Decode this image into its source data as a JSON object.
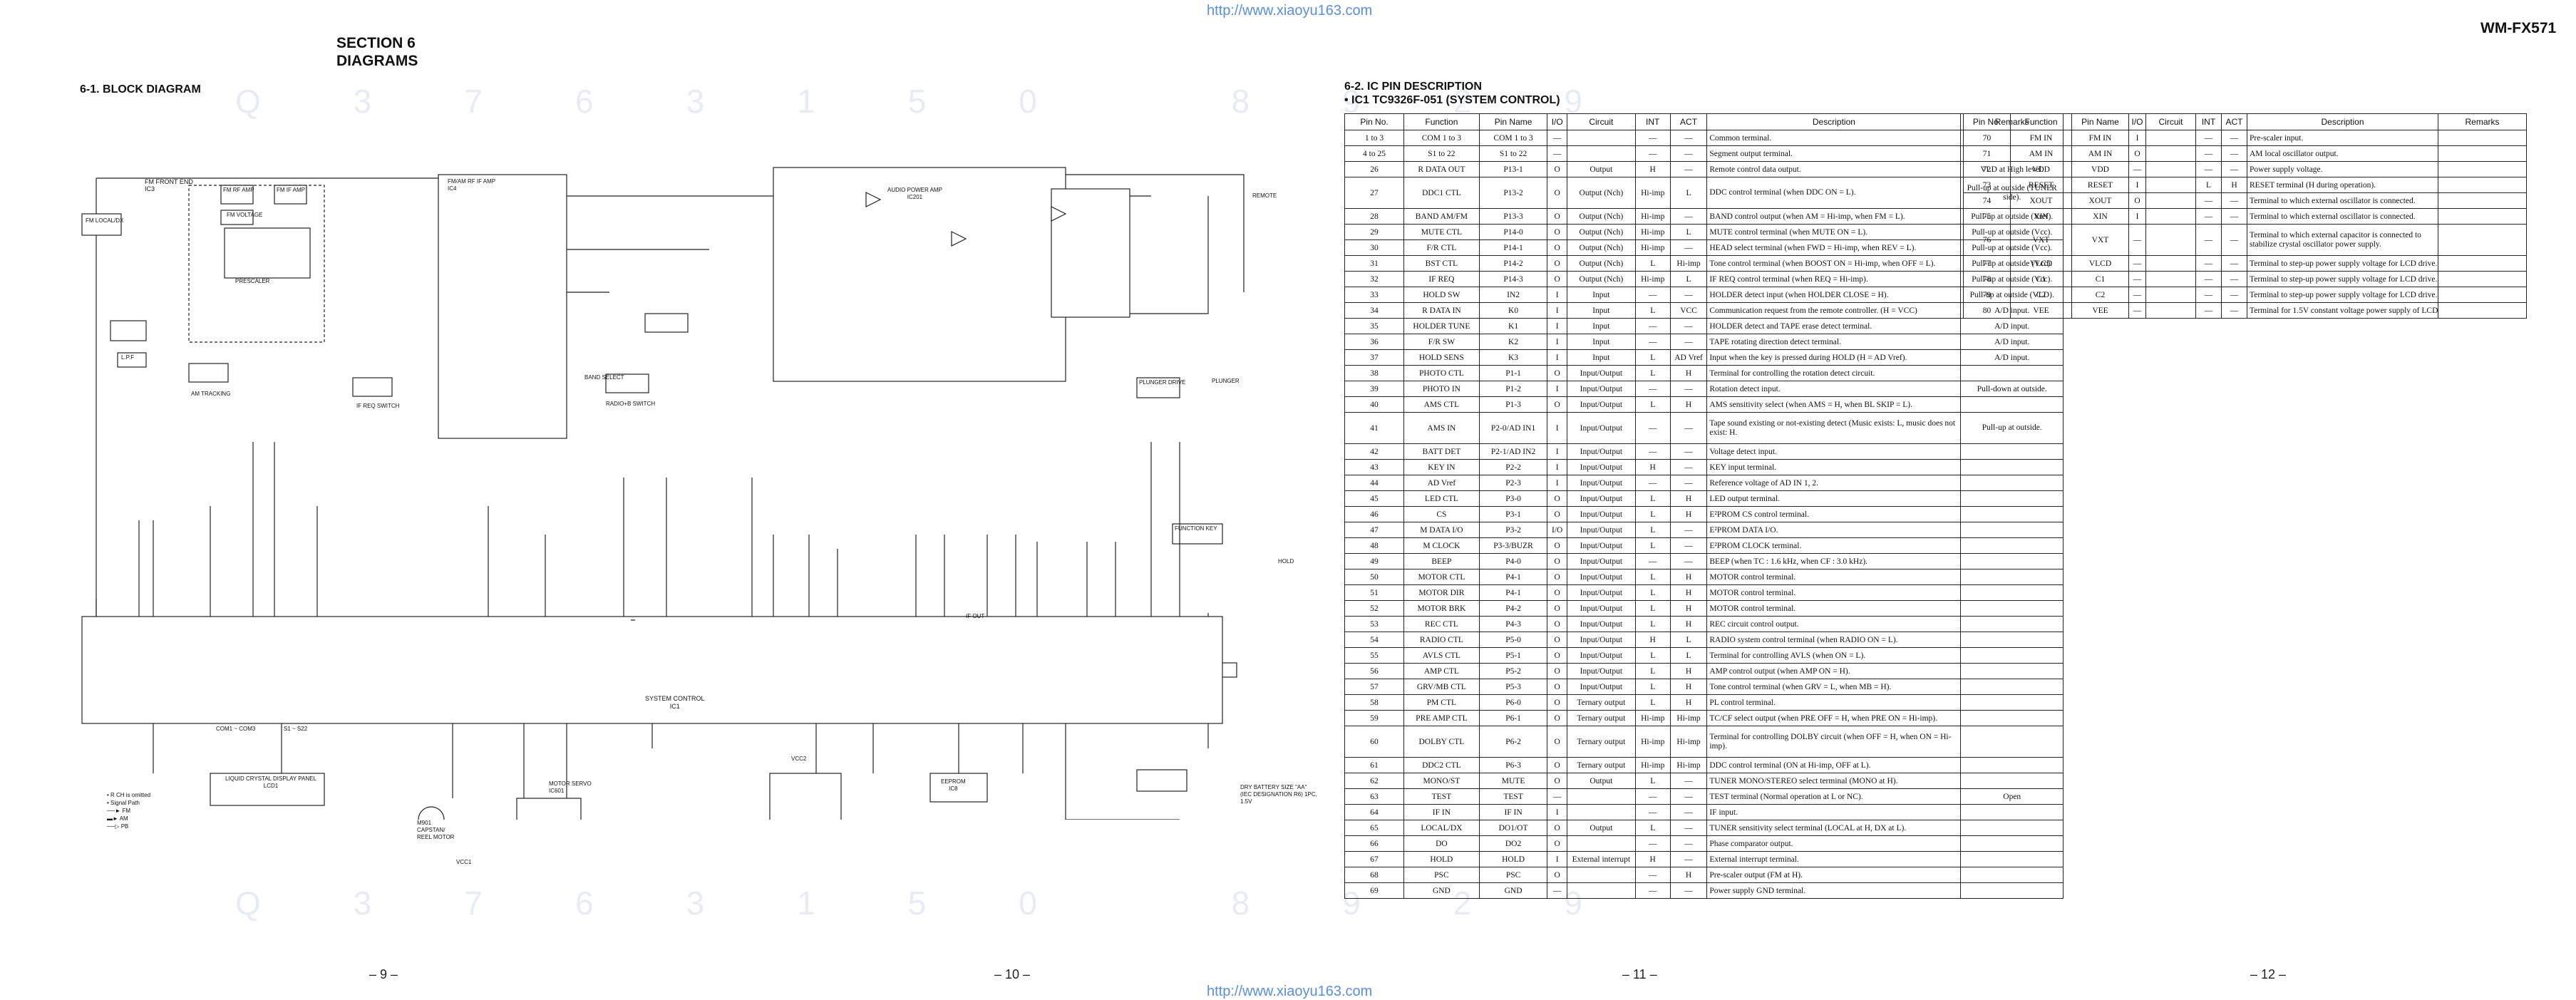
{
  "header": {
    "url": "http://www.xiaoyu163.com",
    "section": "SECTION 6",
    "diagrams": "DIAGRAMS",
    "model": "WM-FX571"
  },
  "block_diagram": {
    "title": "6-1. BLOCK DIAGRAM",
    "labels": {
      "fm_front_end": "FM FRONT END",
      "ic3": "IC3",
      "fm_localdx": "FM LOCAL/DX",
      "fm_rf_amp": "FM RF AMP",
      "fm_if_amp": "FM IF AMP",
      "prescaler": "PRESCALER",
      "fm_voltage": "FM VOLTAGE",
      "fm_am_rf_if_amp": "FM/AM RF IF AMP",
      "ic4": "IC4",
      "audio_power_amp": "AUDIO POWER AMP",
      "ic201": "IC201",
      "system_control": "SYSTEM CONTROL",
      "ic1": "IC1",
      "lcd_panel": "LIQUID CRYSTAL DISPLAY PANEL",
      "lcd1": "LCD1",
      "motor_servo": "MOTOR SERVO",
      "ic601": "IC601",
      "capstan_motor": "CAPSTAN/ REEL MOTOR",
      "m901": "M901",
      "eeprom": "EEPROM",
      "ic8": "IC8",
      "function_key": "FUNCTION KEY",
      "plunger_drive": "PLUNGER DRIVE",
      "plunger": "PLUNGER",
      "band_select": "BAND SELECT",
      "radio_b_switch": "RADIO+B SWITCH",
      "if_req_switch": "IF REQ SWITCH",
      "am_tracking": "AM TRACKING",
      "lpf": "L.P.F",
      "remote": "REMOTE",
      "hold": "HOLD",
      "battery_note": "DRY BATTERY SIZE \"AA\" (IEC DESIGNATION R6) 1PC, 1.5V",
      "legend_rch": "R CH is omitted",
      "legend_signal": "Signal Path",
      "legend_fm": "FM",
      "legend_am": "AM",
      "legend_pb": "PB",
      "com_pins": "COM1 ~ COM3",
      "seg_pins": "S1 ~ S22",
      "if_out": "IF OUT",
      "vcc1": "VCC1",
      "vcc2": "VCC2"
    }
  },
  "pin_description": {
    "title": "6-2. IC PIN DESCRIPTION",
    "subtitle": "• IC1 TC9326F-051 (SYSTEM CONTROL)",
    "columns": [
      "Pin No.",
      "Function",
      "Pin Name",
      "I/O",
      "Circuit",
      "INT",
      "ACT",
      "Description",
      "Remarks"
    ],
    "rows_left": [
      [
        "1 to 3",
        "COM 1 to 3",
        "COM 1 to 3",
        "—",
        "",
        "—",
        "—",
        "Common terminal.",
        ""
      ],
      [
        "4 to 25",
        "S1 to 22",
        "S1 to 22",
        "—",
        "",
        "—",
        "—",
        "Segment output terminal.",
        ""
      ],
      [
        "26",
        "R DATA OUT",
        "P13-1",
        "O",
        "Output",
        "H",
        "—",
        "Remote control data output.",
        "VLD at High level."
      ],
      [
        "27",
        "DDC1 CTL",
        "P13-2",
        "O",
        "Output (Nch)",
        "Hi-imp",
        "L",
        "DDC control terminal (when DDC ON = L).",
        "Pull-up at outside (TUNER side)."
      ],
      [
        "28",
        "BAND AM/FM",
        "P13-3",
        "O",
        "Output (Nch)",
        "Hi-imp",
        "—",
        "BAND control output (when AM = Hi-imp, when FM = L).",
        "Pull-up at outside (Vref)."
      ],
      [
        "29",
        "MUTE CTL",
        "P14-0",
        "O",
        "Output (Nch)",
        "Hi-imp",
        "L",
        "MUTE control terminal (when MUTE ON = L).",
        "Pull-up at outside (Vcc)."
      ],
      [
        "30",
        "F/R CTL",
        "P14-1",
        "O",
        "Output (Nch)",
        "Hi-imp",
        "—",
        "HEAD select terminal (when FWD = Hi-imp, when REV = L).",
        "Pull-up at outside (Vcc)."
      ],
      [
        "31",
        "BST CTL",
        "P14-2",
        "O",
        "Output (Nch)",
        "L",
        "Hi-imp",
        "Tone control terminal (when BOOST ON = Hi-imp, when OFF = L).",
        "Pull-up at outside (Vcc)."
      ],
      [
        "32",
        "IF REQ",
        "P14-3",
        "O",
        "Output (Nch)",
        "Hi-imp",
        "L",
        "IF REQ control terminal (when REQ = Hi-imp).",
        "Pull-up at outside (Vcc)."
      ],
      [
        "33",
        "HOLD SW",
        "IN2",
        "I",
        "Input",
        "—",
        "—",
        "HOLDER detect input (when HOLDER CLOSE = H).",
        "Pull-up at outside (VLD)."
      ],
      [
        "34",
        "R DATA IN",
        "K0",
        "I",
        "Input",
        "L",
        "VCC",
        "Communication request from the remote controller. (H = VCC)",
        "A/D input."
      ],
      [
        "35",
        "HOLDER TUNE",
        "K1",
        "I",
        "Input",
        "—",
        "—",
        "HOLDER detect and TAPE erase detect terminal.",
        "A/D input."
      ],
      [
        "36",
        "F/R SW",
        "K2",
        "I",
        "Input",
        "—",
        "—",
        "TAPE rotating direction detect terminal.",
        "A/D input."
      ],
      [
        "37",
        "HOLD SENS",
        "K3",
        "I",
        "Input",
        "L",
        "AD Vref",
        "Input when the key is pressed during HOLD (H = AD Vref).",
        "A/D input."
      ],
      [
        "38",
        "PHOTO CTL",
        "P1-1",
        "O",
        "Input/Output",
        "L",
        "H",
        "Terminal for controlling the rotation detect circuit.",
        ""
      ],
      [
        "39",
        "PHOTO IN",
        "P1-2",
        "I",
        "Input/Output",
        "—",
        "—",
        "Rotation detect input.",
        "Pull-down at outside."
      ],
      [
        "40",
        "AMS CTL",
        "P1-3",
        "O",
        "Input/Output",
        "L",
        "H",
        "AMS sensitivity select (when AMS = H, when BL SKIP = L).",
        ""
      ],
      [
        "41",
        "AMS IN",
        "P2-0/AD IN1",
        "I",
        "Input/Output",
        "—",
        "—",
        "Tape sound existing or not-existing detect (Music exists: L, music does not exist: H.",
        "Pull-up at outside."
      ],
      [
        "42",
        "BATT DET",
        "P2-1/AD IN2",
        "I",
        "Input/Output",
        "—",
        "—",
        "Voltage detect input.",
        ""
      ],
      [
        "43",
        "KEY IN",
        "P2-2",
        "I",
        "Input/Output",
        "H",
        "—",
        "KEY input terminal.",
        ""
      ],
      [
        "44",
        "AD Vref",
        "P2-3",
        "I",
        "Input/Output",
        "—",
        "—",
        "Reference voltage of AD IN 1, 2.",
        ""
      ],
      [
        "45",
        "LED CTL",
        "P3-0",
        "O",
        "Input/Output",
        "L",
        "H",
        "LED output terminal.",
        ""
      ],
      [
        "46",
        "CS",
        "P3-1",
        "O",
        "Input/Output",
        "L",
        "H",
        "E²PROM CS control terminal.",
        ""
      ],
      [
        "47",
        "M DATA I/O",
        "P3-2",
        "I/O",
        "Input/Output",
        "L",
        "—",
        "E²PROM DATA I/O.",
        ""
      ],
      [
        "48",
        "M CLOCK",
        "P3-3/BUZR",
        "O",
        "Input/Output",
        "L",
        "—",
        "E²PROM CLOCK terminal.",
        ""
      ],
      [
        "49",
        "BEEP",
        "P4-0",
        "O",
        "Input/Output",
        "—",
        "—",
        "BEEP (when TC : 1.6 kHz, when CF : 3.0 kHz).",
        ""
      ],
      [
        "50",
        "MOTOR CTL",
        "P4-1",
        "O",
        "Input/Output",
        "L",
        "H",
        "MOTOR control terminal.",
        ""
      ],
      [
        "51",
        "MOTOR DIR",
        "P4-1",
        "O",
        "Input/Output",
        "L",
        "H",
        "MOTOR control terminal.",
        ""
      ],
      [
        "52",
        "MOTOR BRK",
        "P4-2",
        "O",
        "Input/Output",
        "L",
        "H",
        "MOTOR control terminal.",
        ""
      ],
      [
        "53",
        "REC CTL",
        "P4-3",
        "O",
        "Input/Output",
        "L",
        "H",
        "REC circuit control output.",
        ""
      ],
      [
        "54",
        "RADIO CTL",
        "P5-0",
        "O",
        "Input/Output",
        "H",
        "L",
        "RADIO system control terminal (when RADIO ON = L).",
        ""
      ],
      [
        "55",
        "AVLS CTL",
        "P5-1",
        "O",
        "Input/Output",
        "L",
        "L",
        "Terminal for controlling AVLS (when ON = L).",
        ""
      ],
      [
        "56",
        "AMP CTL",
        "P5-2",
        "O",
        "Input/Output",
        "L",
        "H",
        "AMP control output (when AMP ON = H).",
        ""
      ],
      [
        "57",
        "GRV/MB CTL",
        "P5-3",
        "O",
        "Input/Output",
        "L",
        "H",
        "Tone control terminal (when GRV = L, when MB = H).",
        ""
      ],
      [
        "58",
        "PM CTL",
        "P6-0",
        "O",
        "Ternary output",
        "L",
        "H",
        "PL control terminal.",
        ""
      ],
      [
        "59",
        "PRE AMP CTL",
        "P6-1",
        "O",
        "Ternary output",
        "Hi-imp",
        "Hi-imp",
        "TC/CF select output (when PRE OFF = H, when PRE ON = Hi-imp).",
        ""
      ],
      [
        "60",
        "DOLBY CTL",
        "P6-2",
        "O",
        "Ternary output",
        "Hi-imp",
        "Hi-imp",
        "Terminal for controlling DOLBY circuit (when OFF = H, when ON = Hi-imp).",
        ""
      ],
      [
        "61",
        "DDC2 CTL",
        "P6-3",
        "O",
        "Ternary output",
        "Hi-imp",
        "Hi-imp",
        "DDC control terminal (ON at Hi-imp, OFF at L).",
        ""
      ],
      [
        "62",
        "MONO/ST",
        "MUTE",
        "O",
        "Output",
        "L",
        "—",
        "TUNER MONO/STEREO select terminal (MONO at H).",
        ""
      ],
      [
        "63",
        "TEST",
        "TEST",
        "—",
        "",
        "—",
        "—",
        "TEST terminal (Normal operation at L or NC).",
        "Open"
      ],
      [
        "64",
        "IF IN",
        "IF IN",
        "I",
        "",
        "—",
        "—",
        "IF input.",
        ""
      ],
      [
        "65",
        "LOCAL/DX",
        "DO1/OT",
        "O",
        "Output",
        "L",
        "—",
        "TUNER sensitivity select terminal (LOCAL at H, DX at L).",
        ""
      ],
      [
        "66",
        "DO",
        "DO2",
        "O",
        "",
        "—",
        "—",
        "Phase comparator output.",
        ""
      ],
      [
        "67",
        "HOLD",
        "HOLD",
        "I",
        "External interrupt",
        "H",
        "—",
        "External interrupt terminal.",
        ""
      ],
      [
        "68",
        "PSC",
        "PSC",
        "O",
        "",
        "—",
        "H",
        "Pre-scaler output (FM at H).",
        ""
      ],
      [
        "69",
        "GND",
        "GND",
        "—",
        "",
        "—",
        "—",
        "Power supply GND terminal.",
        ""
      ]
    ],
    "rows_right": [
      [
        "70",
        "FM IN",
        "FM IN",
        "I",
        "",
        "—",
        "—",
        "Pre-scaler input.",
        ""
      ],
      [
        "71",
        "AM IN",
        "AM IN",
        "O",
        "",
        "—",
        "—",
        "AM local oscillator output.",
        ""
      ],
      [
        "72",
        "VDD",
        "VDD",
        "—",
        "",
        "—",
        "—",
        "Power supply voltage.",
        ""
      ],
      [
        "73",
        "RESET",
        "RESET",
        "I",
        "",
        "L",
        "H",
        "RESET terminal (H during operation).",
        ""
      ],
      [
        "74",
        "XOUT",
        "XOUT",
        "O",
        "",
        "—",
        "—",
        "Terminal to which external oscillator is connected.",
        ""
      ],
      [
        "75",
        "XIN",
        "XIN",
        "I",
        "",
        "—",
        "—",
        "Terminal to which external oscillator is connected.",
        ""
      ],
      [
        "76",
        "VXT",
        "VXT",
        "—",
        "",
        "—",
        "—",
        "Terminal to which external capacitor is connected to stabilize crystal oscillator power supply.",
        ""
      ],
      [
        "77",
        "VLCD",
        "VLCD",
        "—",
        "",
        "—",
        "—",
        "Terminal to step-up power supply voltage for LCD drive.",
        ""
      ],
      [
        "78",
        "C1",
        "C1",
        "—",
        "",
        "—",
        "—",
        "Terminal to step-up power supply voltage for LCD drive.",
        ""
      ],
      [
        "79",
        "C2",
        "C2",
        "—",
        "",
        "—",
        "—",
        "Terminal to step-up power supply voltage for LCD drive.",
        ""
      ],
      [
        "80",
        "VEE",
        "VEE",
        "—",
        "",
        "—",
        "—",
        "Terminal for 1.5V constant voltage power supply of LCD drive.",
        ""
      ]
    ]
  },
  "pages": [
    "– 9 –",
    "– 10 –",
    "– 11 –",
    "– 12 –"
  ],
  "footer_url": "http://www.xiaoyu163.com",
  "watermark": "Q3763150 8929"
}
